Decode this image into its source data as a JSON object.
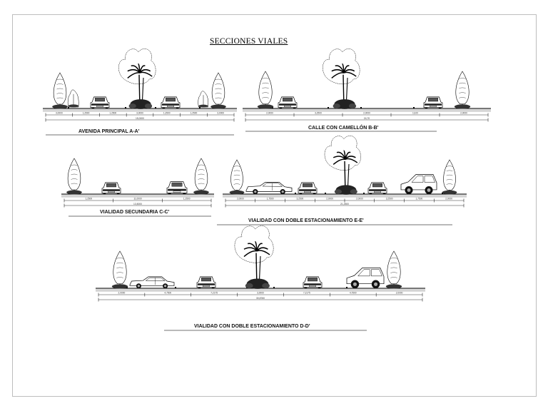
{
  "title": "SECCIONES VIALES",
  "sections": [
    {
      "id": "A-A",
      "label": "AVENIDA PRINCIPAL A-A'",
      "dimensions": [
        "3,0000",
        "1,2500",
        "1,2500",
        "3,0000",
        "1,2500",
        "1,2500",
        "3,0000"
      ],
      "total": "15,0000"
    },
    {
      "id": "B-B",
      "label": "CALLE CON CAMELLÓN B-B'",
      "dimensions": [
        "2,0000",
        "3,2500",
        "2,0000",
        "13,00",
        "2,0000"
      ],
      "total": "24,70"
    },
    {
      "id": "C-C",
      "label": "VIALIDAD SECUNDARIA C-C'",
      "dimensions": [
        "1,2500",
        "11,0000",
        "1,2500"
      ],
      "total": "13,5000"
    },
    {
      "id": "E-E",
      "label": "VIALIDAD CON DOBLE ESTACIONAMIENTO E-E'",
      "dimensions": [
        "2,0000",
        "1,7500",
        "3,2500",
        "2,0000",
        "2,0000",
        "3,2500",
        "1,7500",
        "2,0000"
      ],
      "total": "21,2500"
    },
    {
      "id": "D-D",
      "label": "VIALIDAD CON DOBLE ESTACIONAMIENTO D-D'",
      "dimensions": [
        "2,0000",
        "4,7500",
        "7,2175",
        "3,0000",
        "7,2175",
        "4,7500",
        "2,0000"
      ],
      "total": "30,8760"
    }
  ]
}
